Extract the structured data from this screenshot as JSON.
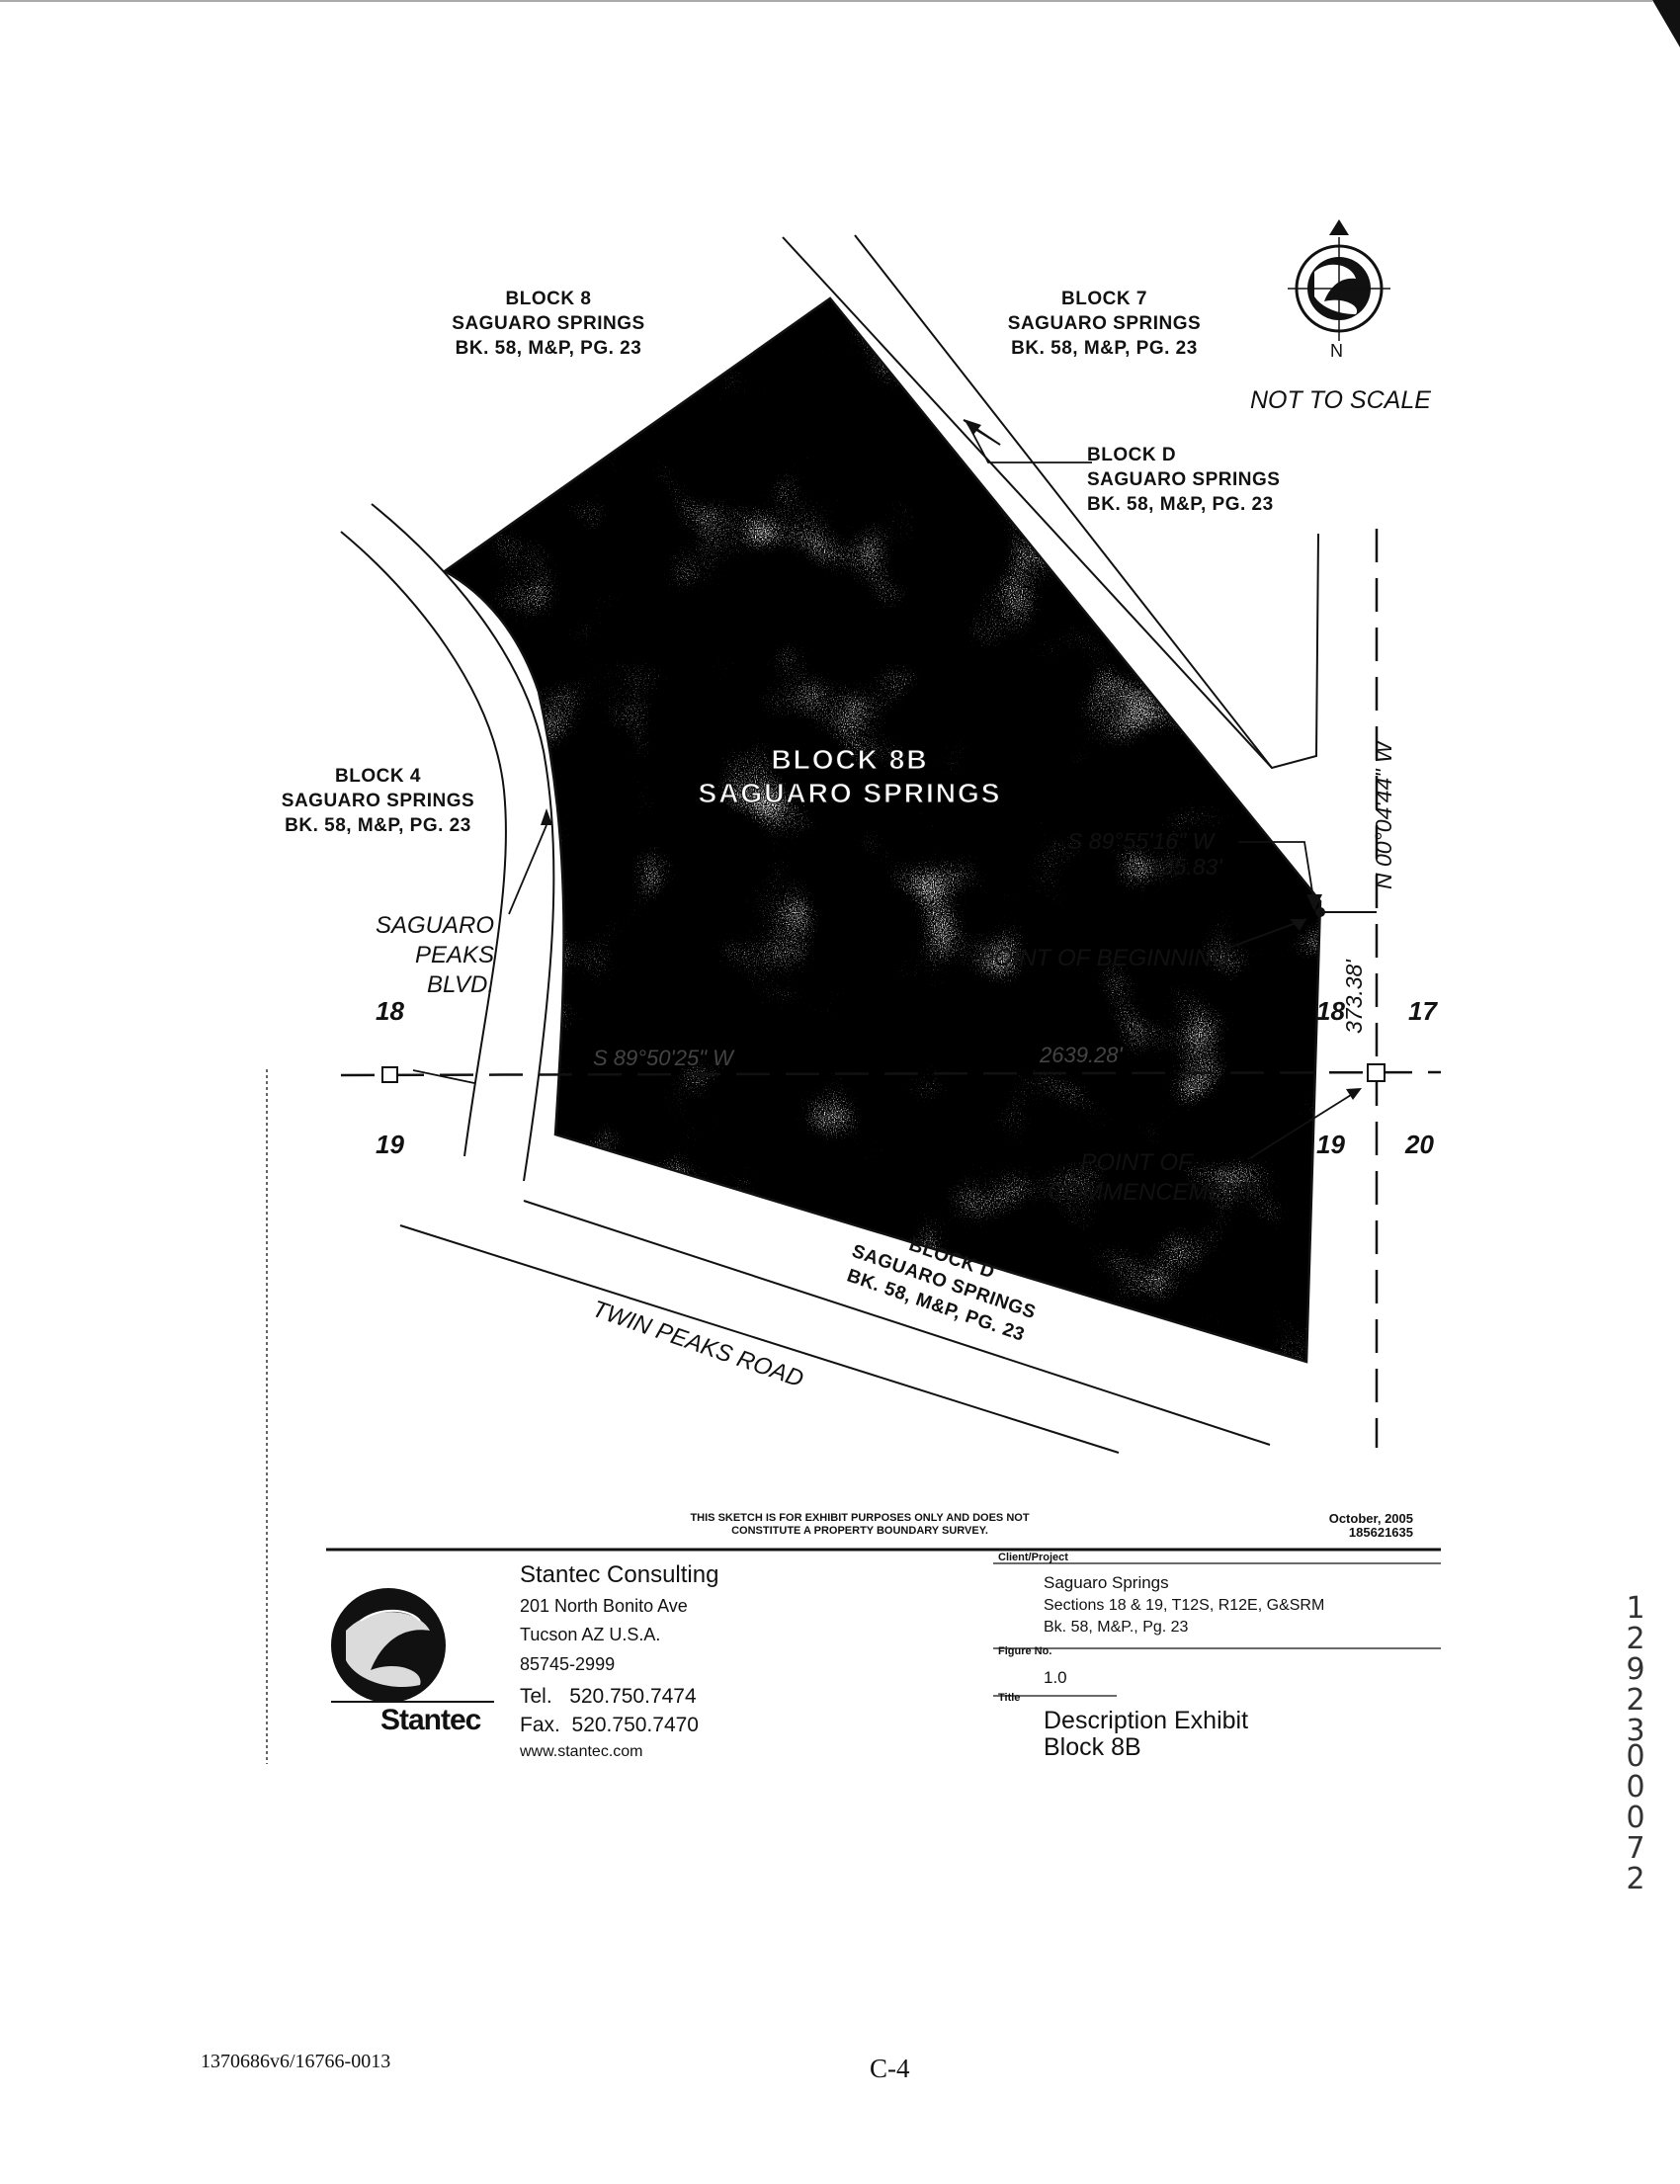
{
  "map": {
    "parcel_name": "BLOCK 8B",
    "parcel_sub": "SAGUARO SPRINGS",
    "not_to_scale": "NOT TO SCALE",
    "north_letter": "N",
    "blocks": [
      {
        "id": "block8",
        "lines": [
          "BLOCK 8",
          "SAGUARO SPRINGS",
          "BK. 58, M&P, PG. 23"
        ]
      },
      {
        "id": "block7",
        "lines": [
          "BLOCK 7",
          "SAGUARO SPRINGS",
          "BK. 58, M&P, PG. 23"
        ]
      },
      {
        "id": "blockd-north",
        "lines": [
          "BLOCK D",
          "SAGUARO SPRINGS",
          "BK. 58, M&P, PG. 23"
        ]
      },
      {
        "id": "block4",
        "lines": [
          "BLOCK 4",
          "SAGUARO SPRINGS",
          "BK. 58, M&P, PG. 23"
        ]
      },
      {
        "id": "blockd-south",
        "lines": [
          "BLOCK D",
          "SAGUARO SPRINGS",
          "BK. 58, M&P, PG. 23"
        ]
      }
    ],
    "roads": {
      "saguaro_peaks": [
        "SAGUARO",
        "PEAKS BLVD."
      ],
      "twin_peaks": "TWIN PEAKS ROAD"
    },
    "bearings": {
      "s_bearing": "S 89°55'16\" W",
      "s_distance": "135.83'",
      "n_bearing": "N 00°04'44\" W",
      "n_distance": "373.38'",
      "section_line_left": "S 89°50'25\" W",
      "section_line_right": "2639.28'"
    },
    "points": {
      "beginning": "POINT OF BEGINNING",
      "commencement": [
        "POINT OF",
        "COMMENCEMENT"
      ]
    },
    "sections": {
      "left_upper": "18",
      "left_lower": "19",
      "mid_upper": "18",
      "mid_lower": "19",
      "right_upper": "17",
      "right_lower": "20"
    }
  },
  "disclaimer": [
    "THIS SKETCH IS FOR EXHIBIT PURPOSES ONLY AND DOES NOT",
    "CONSTITUTE A PROPERTY BOUNDARY SURVEY."
  ],
  "date": "October, 2005",
  "project_number": "185621635",
  "company": {
    "name": "Stantec Consulting",
    "address1": "201 North Bonito Ave",
    "address2": "Tucson AZ U.S.A.",
    "zip": "85745-2999",
    "tel_label": "Tel.",
    "tel": "520.750.7474",
    "fax_label": "Fax.",
    "fax": "520.750.7470",
    "web": "www.stantec.com",
    "logo_text": "Stantec"
  },
  "title_block": {
    "client_label": "Client/Project",
    "project_name": "Saguaro Springs",
    "project_line2": "Sections 18 & 19, T12S, R12E, G&SRM",
    "project_line3": "Bk. 58, M&P., Pg. 23",
    "figure_label": "Figure No.",
    "figure_no": "1.0",
    "title_label": "Title",
    "title_line1": "Description Exhibit",
    "title_line2": "Block 8B"
  },
  "footer": {
    "doc_id": "1370686v6/16766-0013",
    "page": "C-4",
    "bates_1": "12923",
    "bates_2": "00072"
  }
}
